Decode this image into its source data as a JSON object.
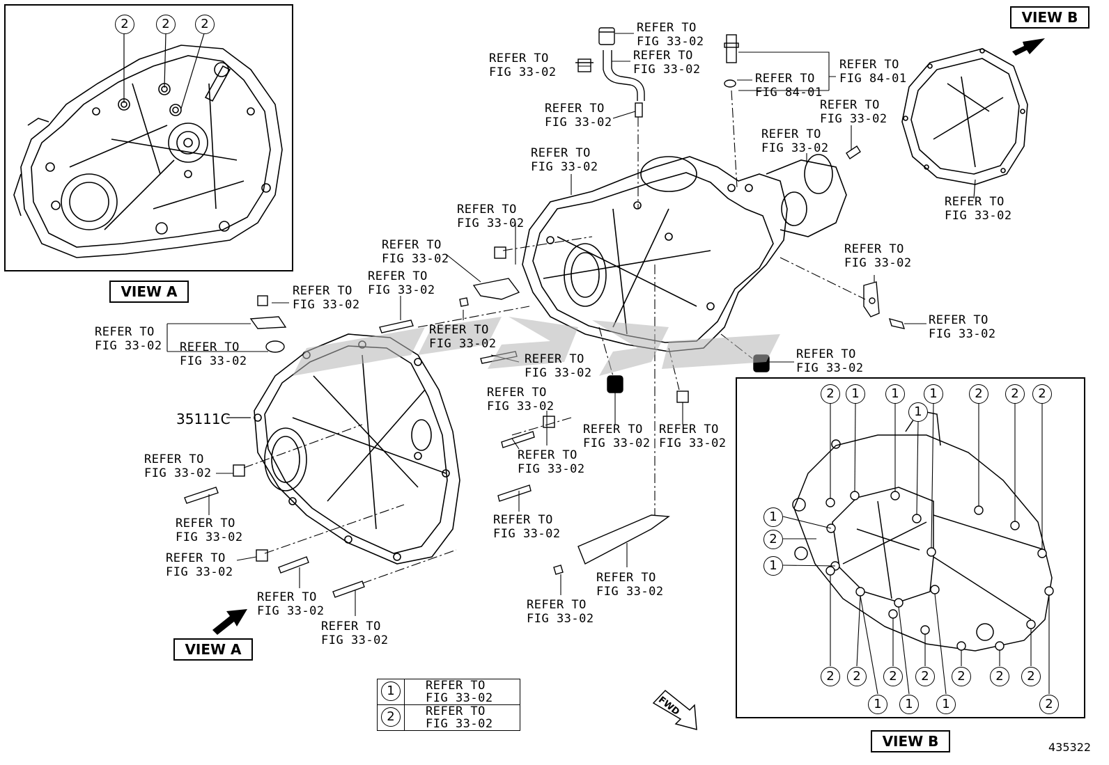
{
  "views": {
    "view_a_top": "VIEW A",
    "view_a_bottom": "VIEW A",
    "view_b_top": "VIEW B",
    "view_b_bottom": "VIEW B"
  },
  "part_number": "35111C",
  "figure_number": "435322",
  "fwd": "FWD",
  "watermark_color": "#b5b5b5",
  "callouts": {
    "refer_line1": "REFER TO",
    "fig_33_02": "FIG 33-02",
    "fig_84_01": "FIG 84-01"
  },
  "circle_marks": {
    "one": "1",
    "two": "2"
  },
  "legend": [
    {
      "mark": "1",
      "text": "REFER TO\nFIG 33-02"
    },
    {
      "mark": "2",
      "text": "REFER TO\nFIG 33-02"
    }
  ]
}
